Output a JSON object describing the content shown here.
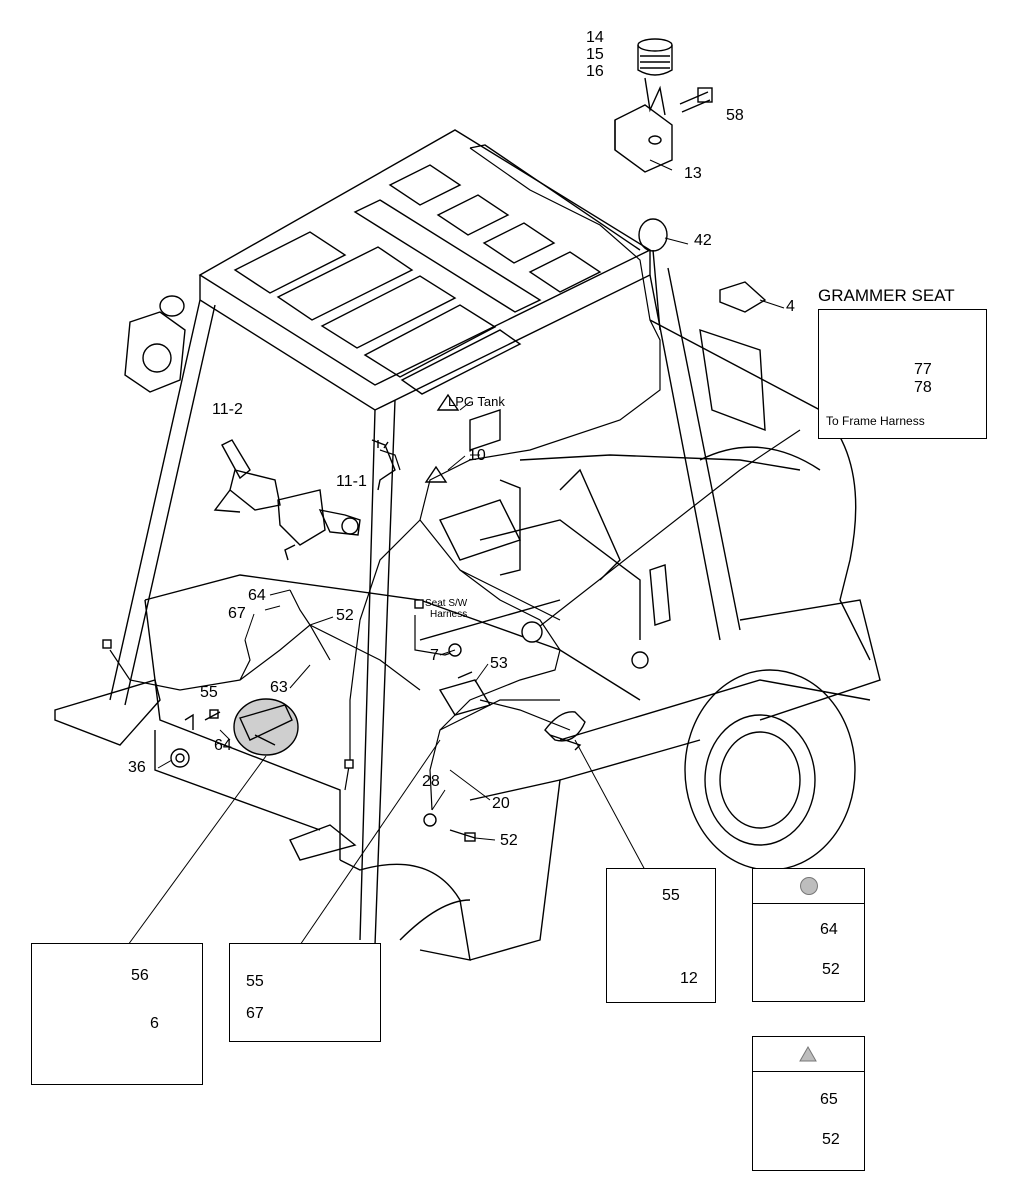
{
  "callouts": {
    "c14": "14",
    "c15": "15",
    "c16": "16",
    "c58": "58",
    "c13": "13",
    "c42": "42",
    "c4": "4",
    "c11_2": "11-2",
    "c11_1": "11-1",
    "c10": "10",
    "c64a": "64",
    "c52a": "52",
    "c67": "67",
    "c63": "63",
    "c7": "7",
    "c53": "53",
    "c55a": "55",
    "c64b": "64",
    "c36": "36",
    "c28": "28",
    "c20": "20",
    "c52b": "52"
  },
  "labels": {
    "lpg_tank": "LPG Tank",
    "seat_sw_harness_1": "Seat S/W",
    "seat_sw_harness_2": "Harness"
  },
  "grammer_seat": {
    "title": "GRAMMER SEAT",
    "n77": "77",
    "n78": "78",
    "note": "To Frame Harness"
  },
  "inset_pedal": {
    "n56": "56",
    "n6": "6"
  },
  "inset_clamp": {
    "n55": "55",
    "n67": "67"
  },
  "inset_horn": {
    "n55": "55",
    "n12": "12"
  },
  "inset_circle": {
    "symbol": "circle",
    "n64": "64",
    "n52": "52"
  },
  "inset_triangle": {
    "symbol": "triangle",
    "n65": "65",
    "n52": "52"
  }
}
